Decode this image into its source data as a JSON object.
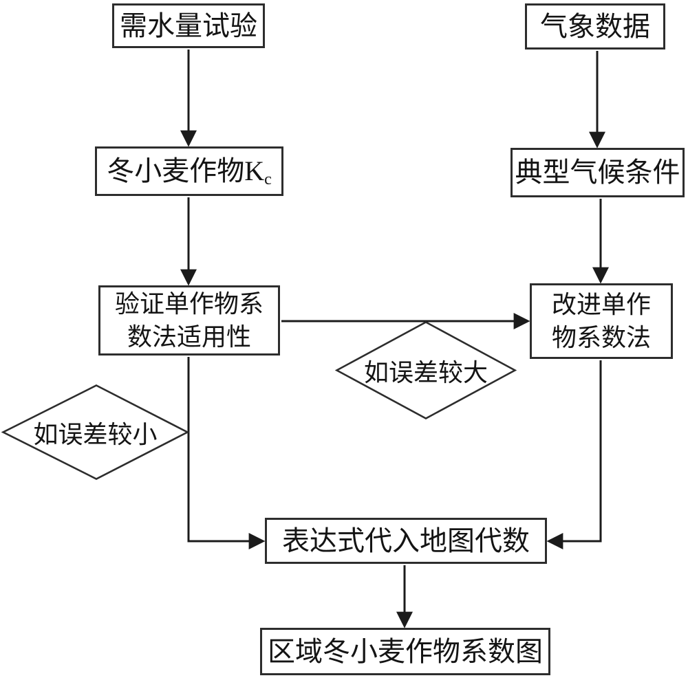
{
  "colors": {
    "background": "#ffffff",
    "node_border": "#2d2d2d",
    "text": "#141414",
    "connector": "#1b1b1b"
  },
  "diagram": {
    "kind": "flowchart",
    "nodes": {
      "water_demand_test": {
        "label": "需水量试验",
        "shape": "rect"
      },
      "weather_data": {
        "label": "气象数据",
        "shape": "rect"
      },
      "winter_wheat_kc": {
        "label": "冬小麦作物K",
        "sub": "c",
        "shape": "rect"
      },
      "typical_climate": {
        "label": "典型气候条件",
        "shape": "rect"
      },
      "verify_method": {
        "line1": "验证单作物系",
        "line2": "数法适用性",
        "shape": "rect"
      },
      "improve_method": {
        "line1": "改进单作",
        "line2": "物系数法",
        "shape": "rect"
      },
      "error_large": {
        "label": "如误差较大",
        "shape": "diamond"
      },
      "error_small": {
        "label": "如误差较小",
        "shape": "diamond"
      },
      "map_algebra": {
        "label": "表达式代入地图代数",
        "shape": "rect"
      },
      "regional_map": {
        "label": "区域冬小麦作物系数图",
        "shape": "rect"
      }
    },
    "edges": [
      {
        "from": "water_demand_test",
        "to": "winter_wheat_kc"
      },
      {
        "from": "winter_wheat_kc",
        "to": "verify_method"
      },
      {
        "from": "weather_data",
        "to": "typical_climate"
      },
      {
        "from": "typical_climate",
        "to": "improve_method"
      },
      {
        "from": "verify_method",
        "to": "improve_method",
        "condition": "error_large"
      },
      {
        "from": "verify_method",
        "to": "map_algebra",
        "condition": "error_small"
      },
      {
        "from": "improve_method",
        "to": "map_algebra"
      },
      {
        "from": "map_algebra",
        "to": "regional_map"
      }
    ]
  }
}
